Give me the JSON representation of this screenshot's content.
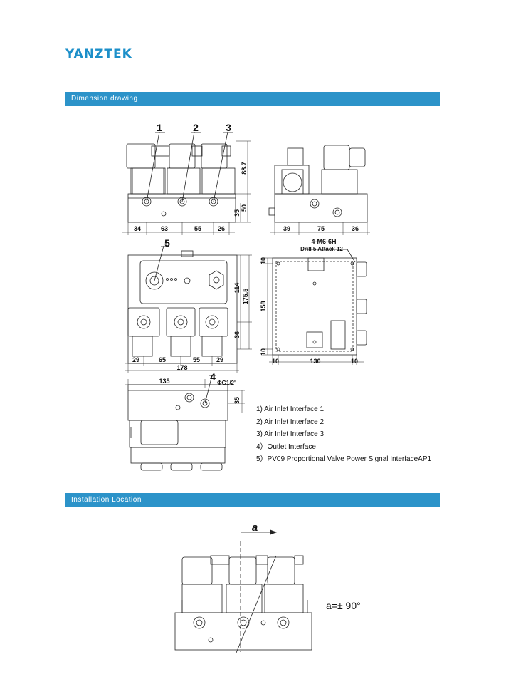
{
  "header": {
    "brand": "YANZTEK"
  },
  "sections": {
    "dimension_title": "Dimension drawing",
    "installation_title": "Installation Location"
  },
  "callouts": {
    "c1": "1",
    "c2": "2",
    "c3": "3",
    "c4": "4",
    "c5": "5"
  },
  "dims": {
    "front": {
      "d34": "34",
      "d63": "63",
      "d55": "55",
      "d26": "26",
      "h887": "88.7",
      "h35": "35",
      "h50": "50"
    },
    "side": {
      "d39": "39",
      "d75": "75",
      "d36": "36"
    },
    "top": {
      "d29a": "29",
      "d65": "65",
      "d55": "55",
      "d29b": "29",
      "d178": "178",
      "h114": "114",
      "h1755": "175.5",
      "h36": "36"
    },
    "base": {
      "d10a": "10",
      "d130": "130",
      "d10b": "10",
      "h10a": "10",
      "h158": "158",
      "h10b": "10",
      "thread": "4-M6-6H",
      "drill": "Drill 5 Attack 12"
    },
    "bottom": {
      "d135": "135",
      "port": "ΦG1/2'",
      "h35": "35"
    },
    "install": {
      "angle_symbol": "a"
    }
  },
  "legend": [
    "1)  Air Inlet Interface 1",
    "2) Air Inlet Interface 2",
    "3) Air Inlet Interface 3",
    "4）Outlet Interface",
    "5）PV09 Proportional Valve Power Signal InterfaceAP1"
  ],
  "angle_note": "a=± 90°"
}
